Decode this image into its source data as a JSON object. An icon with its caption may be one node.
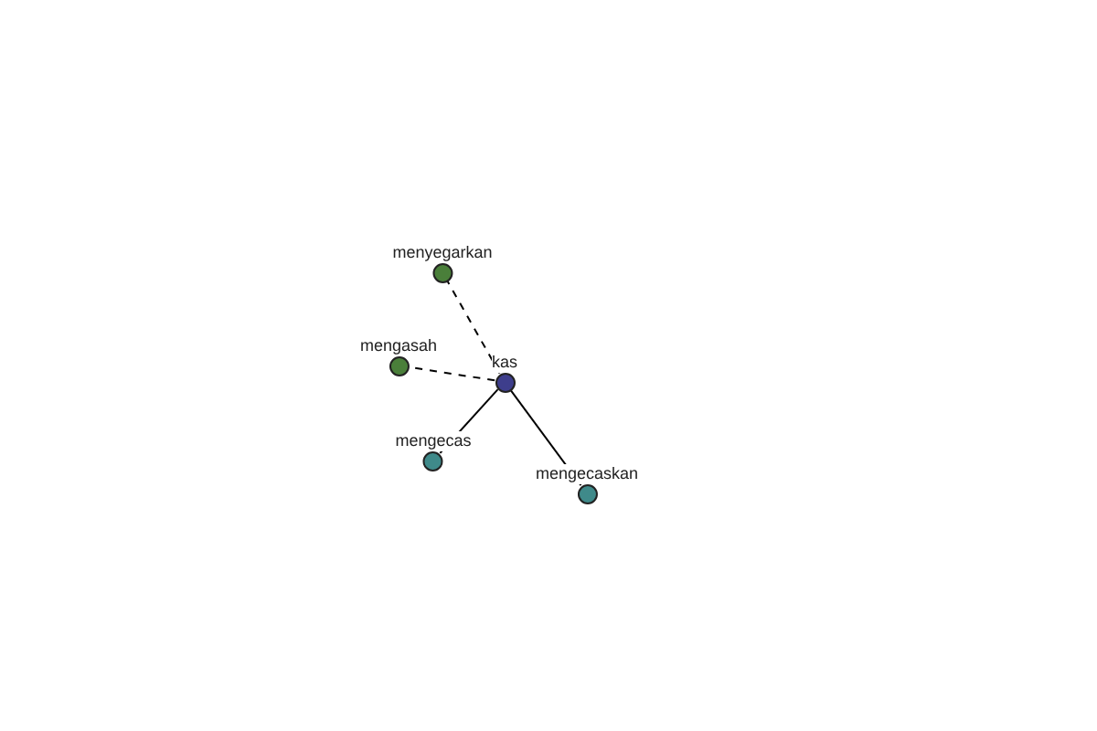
{
  "diagram": {
    "nodes": [
      {
        "text": [
          "menyegarkan"
        ]
      },
      {
        "text": [
          "mengasah"
        ]
      },
      {
        "text": [
          "kas"
        ]
      },
      {
        "text": [
          "mengecas"
        ]
      },
      {
        "text": [
          "mengecaskan"
        ]
      }
    ],
    "edges": [
      {
        "from": 2,
        "to": 0,
        "arrow": "none",
        "style": "dashed"
      },
      {
        "from": 2,
        "to": 1,
        "arrow": "none",
        "style": "dashed"
      },
      {
        "from": 2,
        "to": 3,
        "arrow": "none"
      },
      {
        "from": 2,
        "to": 4,
        "arrow": "none"
      }
    ]
  }
}
